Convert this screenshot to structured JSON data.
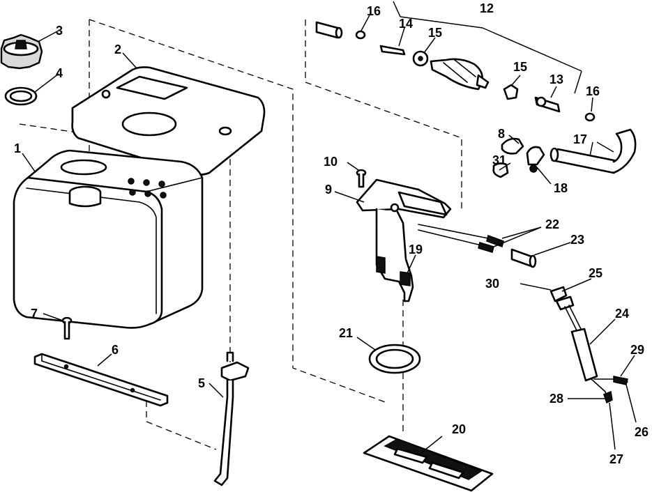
{
  "callouts": {
    "c1": "1",
    "c2": "2",
    "c3": "3",
    "c4": "4",
    "c5": "5",
    "c6": "6",
    "c7": "7",
    "c8": "8",
    "c9": "9",
    "c10": "10",
    "c12": "12",
    "c13": "13",
    "c14": "14",
    "c15a": "15",
    "c15b": "15",
    "c16a": "16",
    "c16b": "16",
    "c17": "17",
    "c18": "18",
    "c19": "19",
    "c20": "20",
    "c21": "21",
    "c22": "22",
    "c23": "23",
    "c24": "24",
    "c25": "25",
    "c26": "26",
    "c27": "27",
    "c28": "28",
    "c29": "29",
    "c30": "30",
    "c31": "31"
  }
}
